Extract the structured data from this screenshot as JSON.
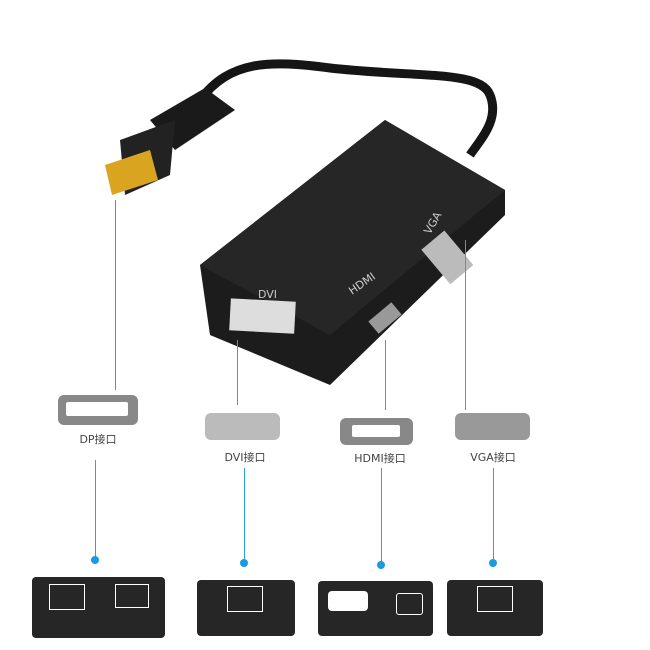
{
  "adapter": {
    "ports": [
      "DVI",
      "HDMI",
      "VGA"
    ]
  },
  "connectors": [
    {
      "label": "DP接口",
      "icon": "displayport-icon",
      "devices": [
        "monitor-icon",
        "laptop-icon"
      ]
    },
    {
      "label": "DVI接口",
      "icon": "dvi-icon",
      "devices": [
        "monitor-icon"
      ]
    },
    {
      "label": "HDMI接口",
      "icon": "hdmi-icon",
      "devices": [
        "projector-icon",
        "tv-icon"
      ]
    },
    {
      "label": "VGA接口",
      "icon": "vga-icon",
      "devices": [
        "monitor-icon"
      ]
    }
  ],
  "colors": {
    "accent": "#1a9be0",
    "device_box": "#262626",
    "adapter": "#1c1c1c",
    "plug_gold": "#d9a520"
  }
}
